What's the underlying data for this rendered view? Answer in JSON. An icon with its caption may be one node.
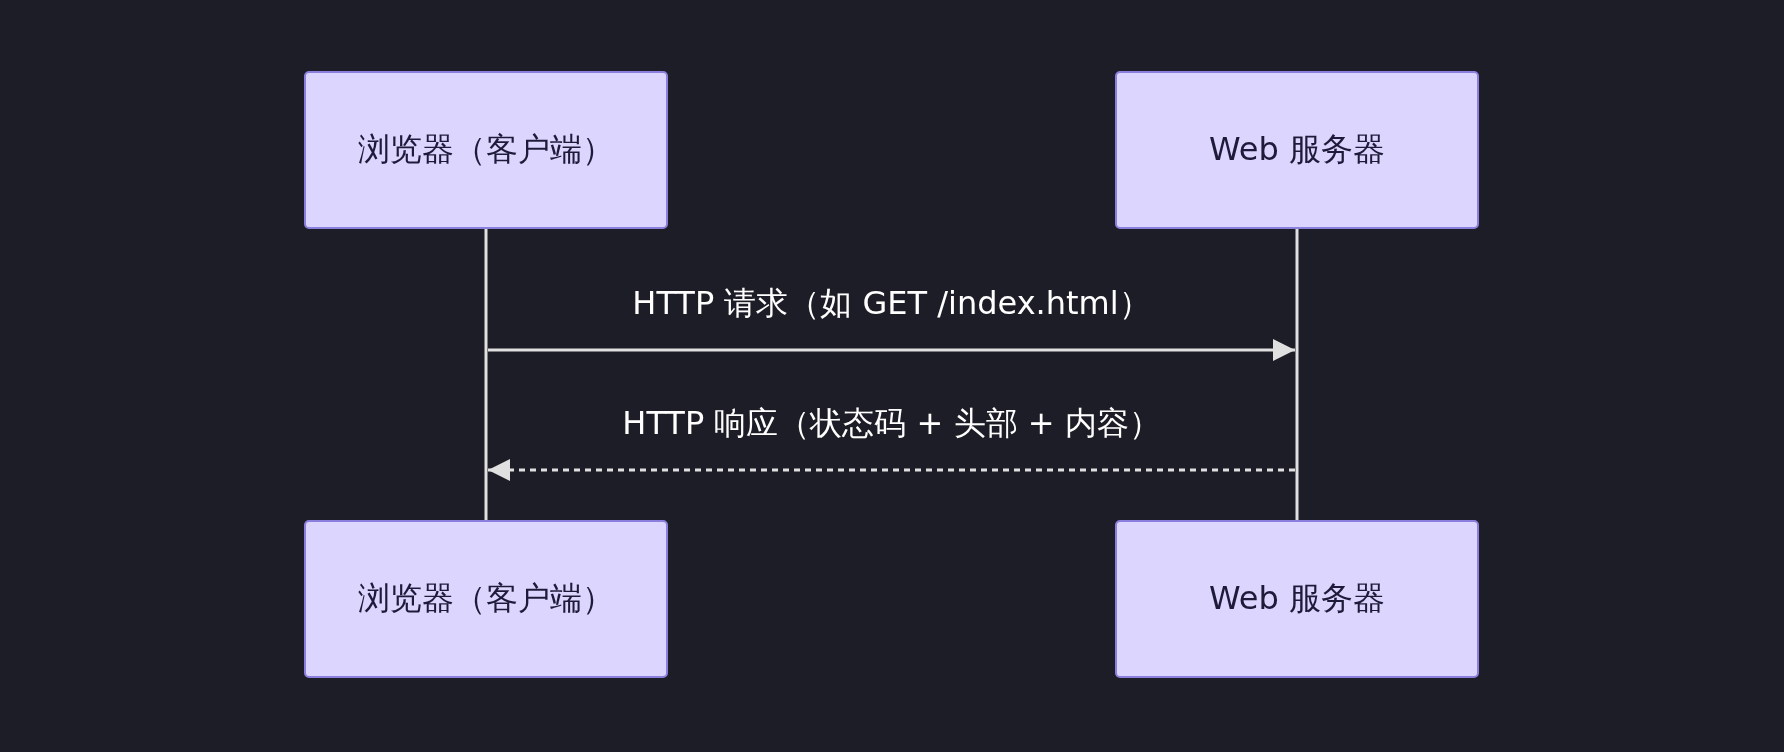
{
  "diagram": {
    "nodes": [
      {
        "text": [
          "浏览器（客户端）"
        ]
      },
      {
        "text": [
          "Web 服务器"
        ]
      },
      {
        "text": [
          "浏览器（客户端）"
        ]
      },
      {
        "text": [
          "Web 服务器"
        ]
      }
    ],
    "edges": [
      {
        "from": 0,
        "to": 2,
        "arrow": "none"
      },
      {
        "from": 1,
        "to": 3,
        "arrow": "none"
      },
      {
        "from": 0,
        "to": 1,
        "arrow": "to",
        "label": "HTTP 请求（如 GET /index.html）"
      },
      {
        "from": 3,
        "to": 2,
        "arrow": "to",
        "label": "HTTP 响应（状态码 + 头部 + 内容）",
        "style": "dashed"
      }
    ]
  }
}
